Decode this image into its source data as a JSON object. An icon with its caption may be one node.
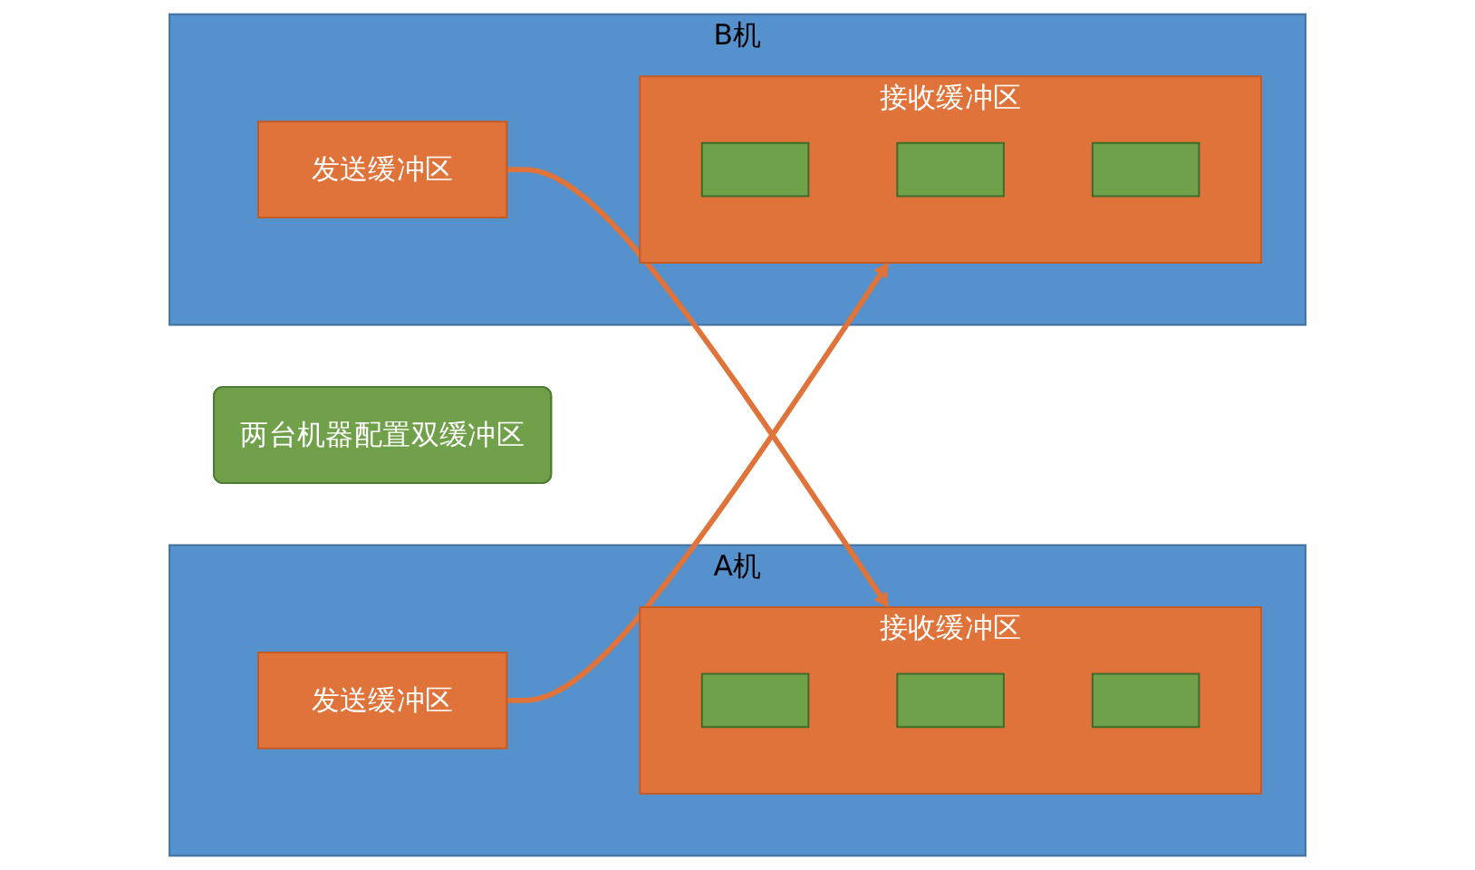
{
  "diagram": {
    "nodes": [
      {
        "text": [
          "两台机器配置双缓冲区"
        ]
      },
      {
        "text": [
          "A机"
        ]
      },
      {
        "text": [
          "发送缓冲区"
        ],
        "in": 1
      },
      {
        "text": [
          "接收缓冲区"
        ],
        "in": 1
      },
      {
        "text": [],
        "shape": "box",
        "in": 3
      },
      {
        "text": [],
        "shape": "box",
        "in": 3
      },
      {
        "text": [],
        "shape": "box",
        "in": 3
      },
      {
        "text": [
          "B机"
        ]
      },
      {
        "text": [
          "接收缓冲区"
        ],
        "in": 7
      },
      {
        "text": [],
        "shape": "box",
        "in": 8
      },
      {
        "text": [],
        "shape": "box",
        "in": 8
      },
      {
        "text": [],
        "shape": "box",
        "in": 8
      },
      {
        "text": [
          "发送缓冲区"
        ],
        "in": 7
      }
    ],
    "edges": [
      {
        "from": 2,
        "to": 8,
        "arrow": "to"
      },
      {
        "from": 12,
        "to": 3,
        "arrow": "to"
      }
    ]
  }
}
